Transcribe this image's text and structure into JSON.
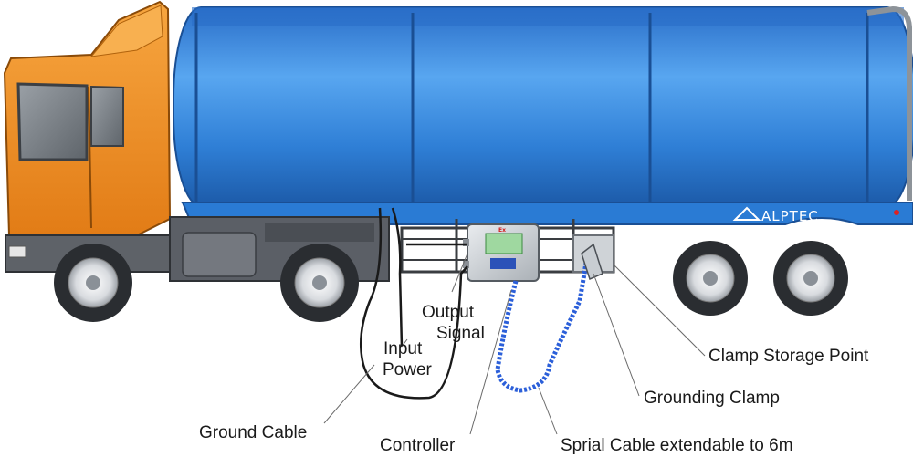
{
  "brand": {
    "name": "ALPTEC"
  },
  "controller_box": {
    "mark": "Ex"
  },
  "labels": {
    "output_signal_line1": "Output",
    "output_signal_line2": "Signal",
    "input_power_line1": "Input",
    "input_power_line2": "Power",
    "ground_cable": "Ground Cable",
    "controller": "Controller",
    "spiral_cable": "Sprial Cable extendable to 6m",
    "grounding_clamp": "Grounding Clamp",
    "clamp_storage_point": "Clamp Storage Point"
  },
  "colors": {
    "tank_blue": "#2f7fd6",
    "tank_dark": "#1b5fae",
    "cab_orange": "#f2932c",
    "chassis_gray": "#6c7076",
    "spiral_cable": "#2b5fd9"
  }
}
